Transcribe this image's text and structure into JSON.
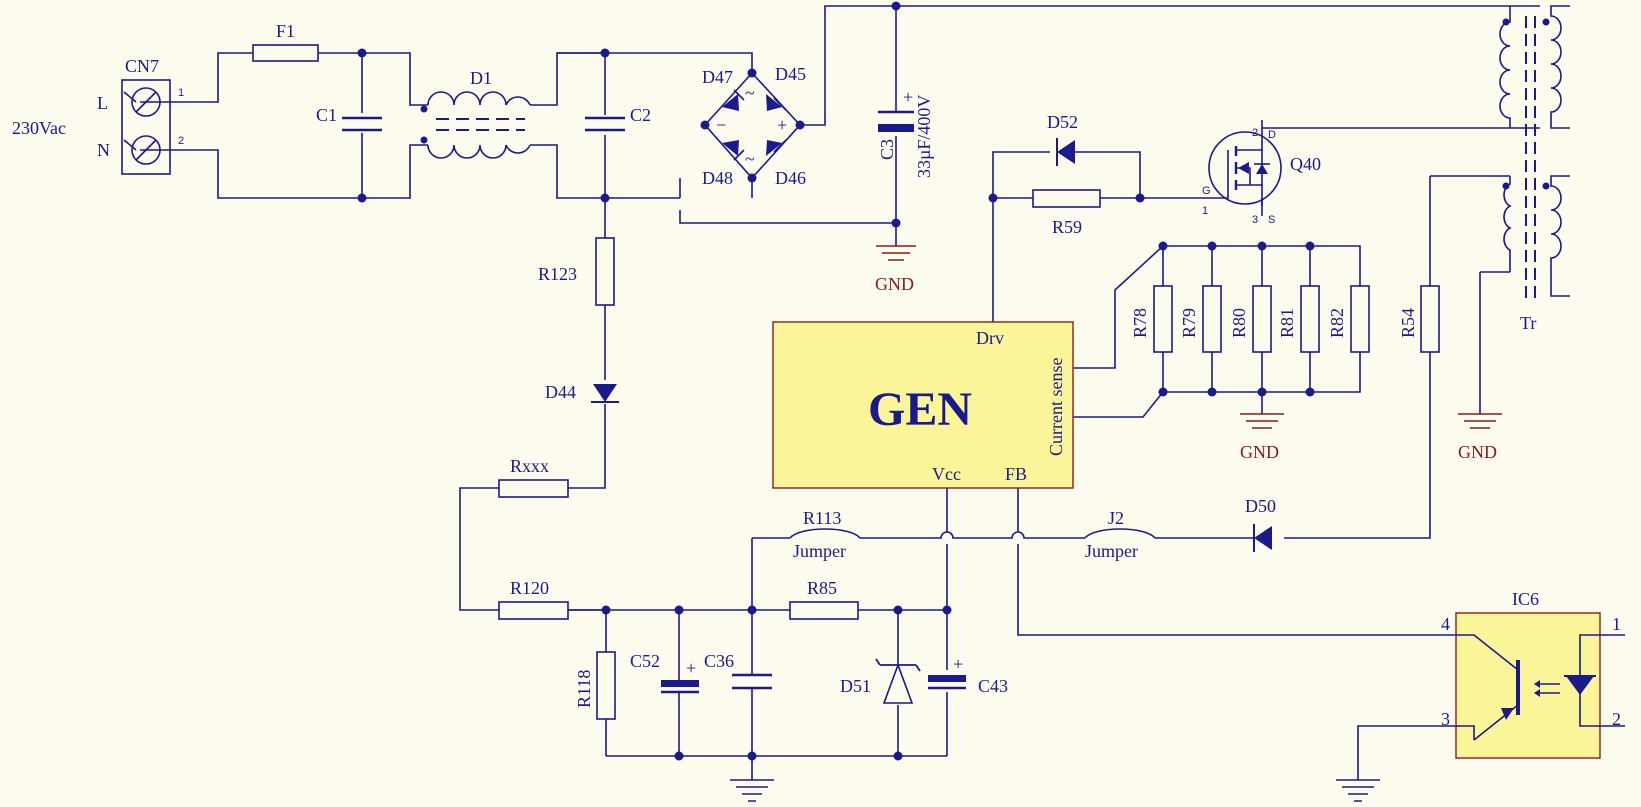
{
  "colors": {
    "wire": "#1a1a8c",
    "component_outline": "#8b1a1a",
    "ic_fill": "#fbf59a",
    "background": "#fdfaee"
  },
  "labels": {
    "input_voltage": "230Vac",
    "cn7": "CN7",
    "line": "L",
    "neutral": "N",
    "cn7_pin1": "1",
    "cn7_pin2": "2",
    "f1": "F1",
    "c1": "C1",
    "d1": "D1",
    "c2": "C2",
    "d47": "D47",
    "d45": "D45",
    "d48": "D48",
    "d46": "D46",
    "bridge_plus": "+",
    "bridge_minus": "−",
    "tilde": "~",
    "c3": "C3",
    "c3_value": "33µF/400V",
    "c3_plus": "+",
    "gnd": "GND",
    "d52": "D52",
    "r59": "R59",
    "q40": "Q40",
    "q40_d": "D",
    "q40_g": "G",
    "q40_s": "S",
    "q40_pin1": "1",
    "q40_pin2": "2",
    "q40_pin3": "3",
    "tr": "Tr",
    "r123": "R123",
    "d44": "D44",
    "rxxx": "Rxxx",
    "r120": "R120",
    "r118": "R118",
    "r78": "R78",
    "r79": "R79",
    "r80": "R80",
    "r81": "R81",
    "r82": "R82",
    "r54": "R54",
    "gen": "GEN",
    "drv": "Drv",
    "current_sense": "Current sense",
    "vcc": "Vcc",
    "fb": "FB",
    "r113": "R113",
    "jumper": "Jumper",
    "j2": "J2",
    "d50": "D50",
    "r85": "R85",
    "c52": "C52",
    "c36": "C36",
    "d51": "D51",
    "c43": "C43",
    "ic6": "IC6",
    "ic6_pin1": "1",
    "ic6_pin2": "2",
    "ic6_pin3": "3",
    "ic6_pin4": "4"
  }
}
